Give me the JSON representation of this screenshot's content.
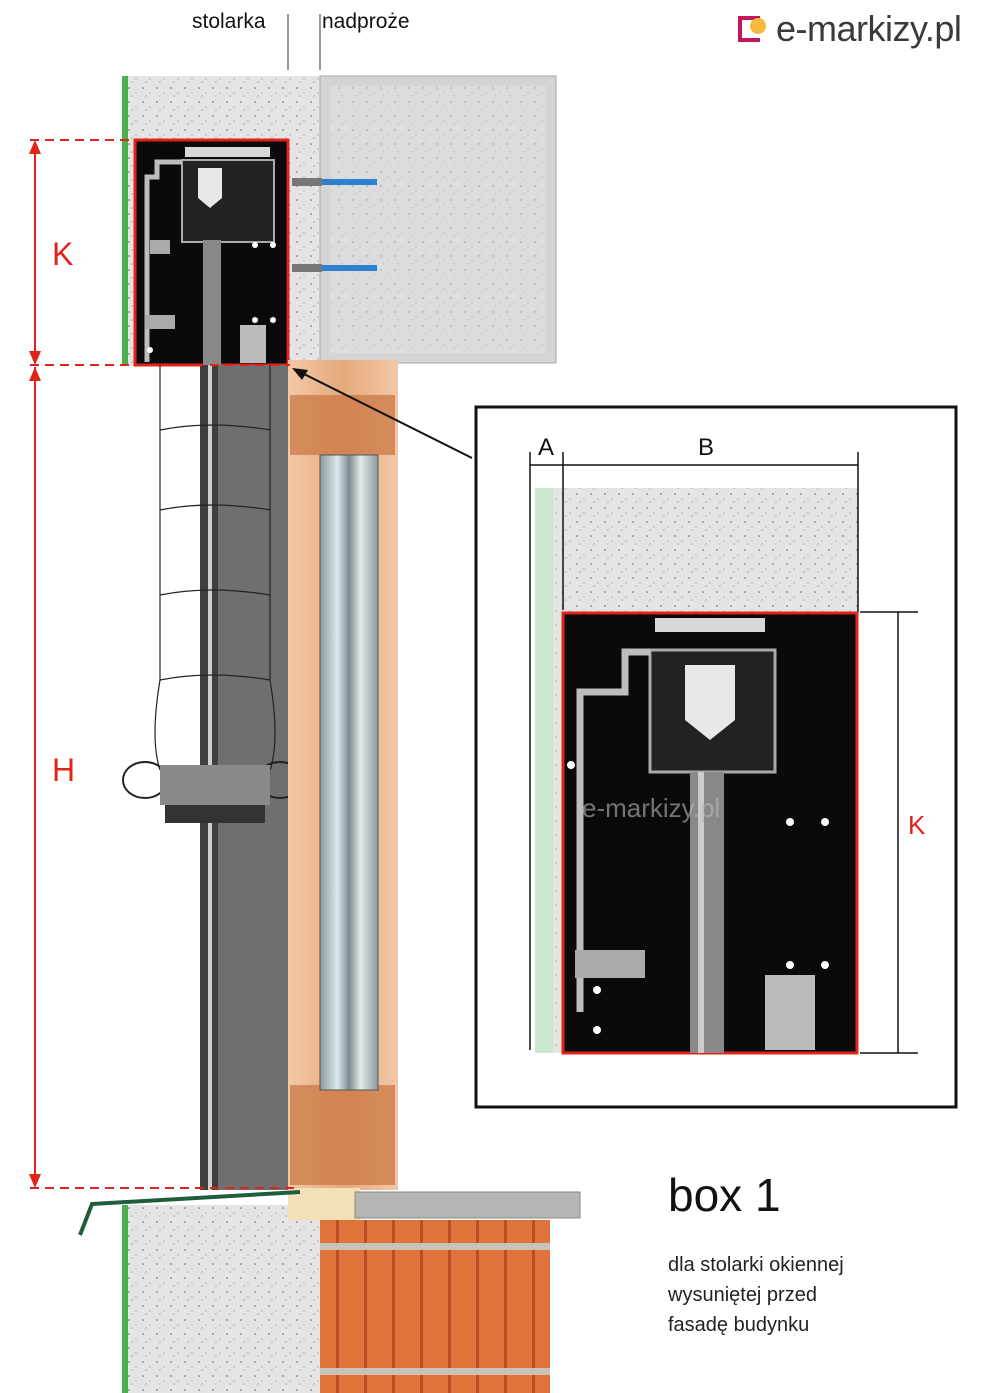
{
  "header": {
    "label_left": "stolarka",
    "label_right": "nadproże"
  },
  "logo": {
    "text": "e-markizy.pl",
    "colors": {
      "frame": "#c2185b",
      "dot": "#f6b93b"
    }
  },
  "dimensions": {
    "main_k": "K",
    "main_h": "H",
    "detail_a": "A",
    "detail_b": "B",
    "detail_k": "K"
  },
  "watermark": "e-markizy.pl",
  "caption": {
    "title": "box 1",
    "lines": [
      "dla stolarki okiennej",
      "wysuniętej przed",
      "fasadę budynku"
    ]
  },
  "colors": {
    "dimension": "#e2231a",
    "box": "#0a0a0a",
    "wood": "#e3a77c",
    "brick": "#e0733a",
    "concrete": "#d9d9d9"
  }
}
